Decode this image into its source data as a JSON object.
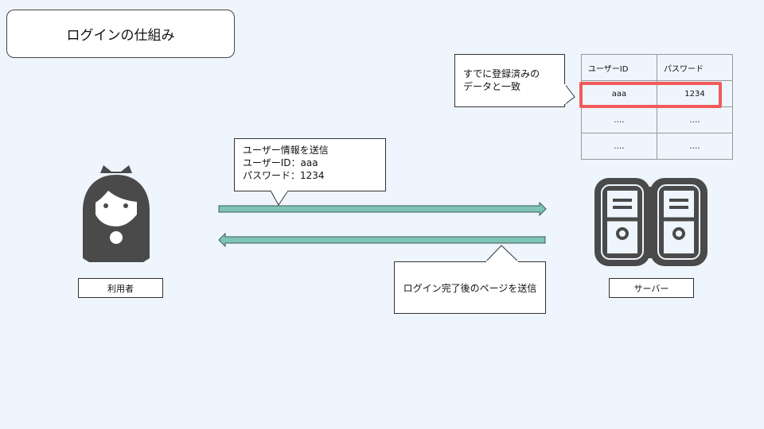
{
  "title": "ログインの仕組み",
  "user": {
    "label": "利用者",
    "icon": "user-icon"
  },
  "server": {
    "label": "サーバー",
    "icon": "server-icon"
  },
  "request_callout": {
    "line1": "ユーザー情報を送信",
    "line2": "ユーザーID：aaa",
    "line3": "パスワード：1234"
  },
  "response_callout": "ログイン完了後のページを送信",
  "match_callout": {
    "line1": "すでに登録済みの",
    "line2": "データと一致"
  },
  "table": {
    "headers": [
      "ユーザーID",
      "パスワード"
    ],
    "rows": [
      [
        "aaa",
        "1234"
      ],
      [
        ".…",
        ".…"
      ],
      [
        ".…",
        ".…"
      ]
    ]
  },
  "colors": {
    "arrow": "#7fc4b6",
    "highlight": "#f25a5a",
    "icon": "#4a4a4a"
  }
}
